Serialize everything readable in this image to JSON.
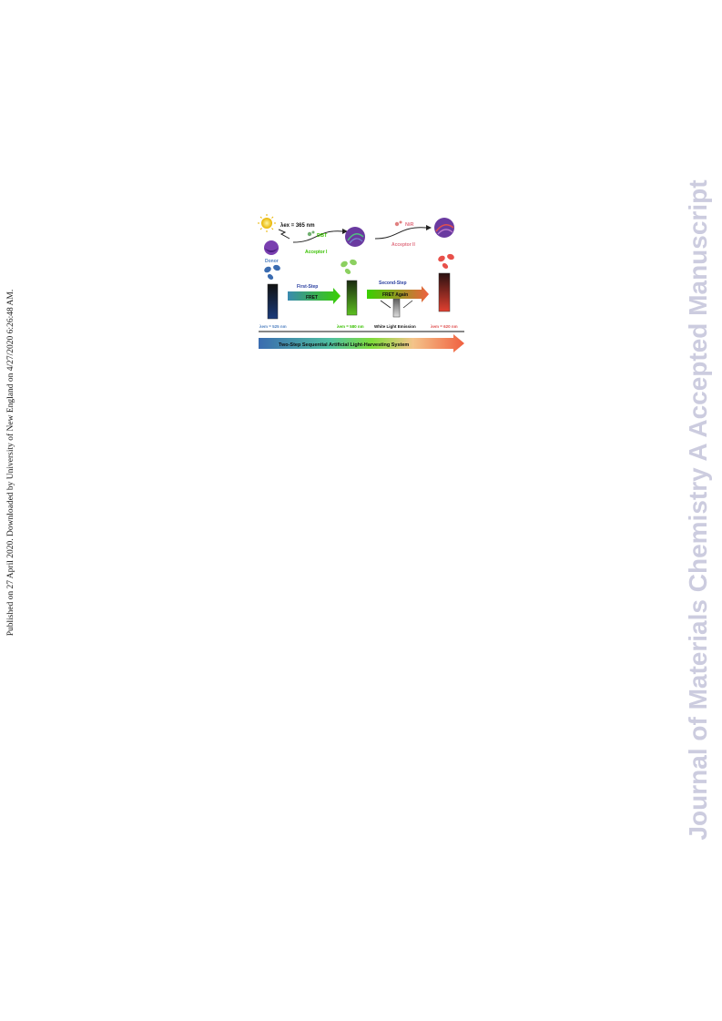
{
  "sidebar_left": "Published on 27 April 2020. Downloaded by University of New England on 4/27/2020 6:26:48 AM.",
  "watermark": "Journal of Materials Chemistry A Accepted Manuscript",
  "figure": {
    "excitation": "λex = 365 nm",
    "donor": "Donor",
    "dbt": "DBT",
    "acceptor1": "Acceptor I",
    "nir": "NiR",
    "acceptor2": "Acceptor II",
    "first_step": "First-Step",
    "fret": "FRET",
    "second_step": "Second-Step",
    "fret_again": "FRET Again",
    "em1": "λem = 525 nm",
    "em2": "λem = 580 nm",
    "white_light": "White Light Emission",
    "em3": "λem = 620 nm",
    "banner": "Two-Step Sequential Artificial Light-Harvesting System"
  },
  "colors": {
    "blue": "#3a6bb0",
    "green": "#39d000",
    "red": "#e8504a",
    "purple": "#7a3fb0",
    "watermark": "#ccccdf"
  }
}
